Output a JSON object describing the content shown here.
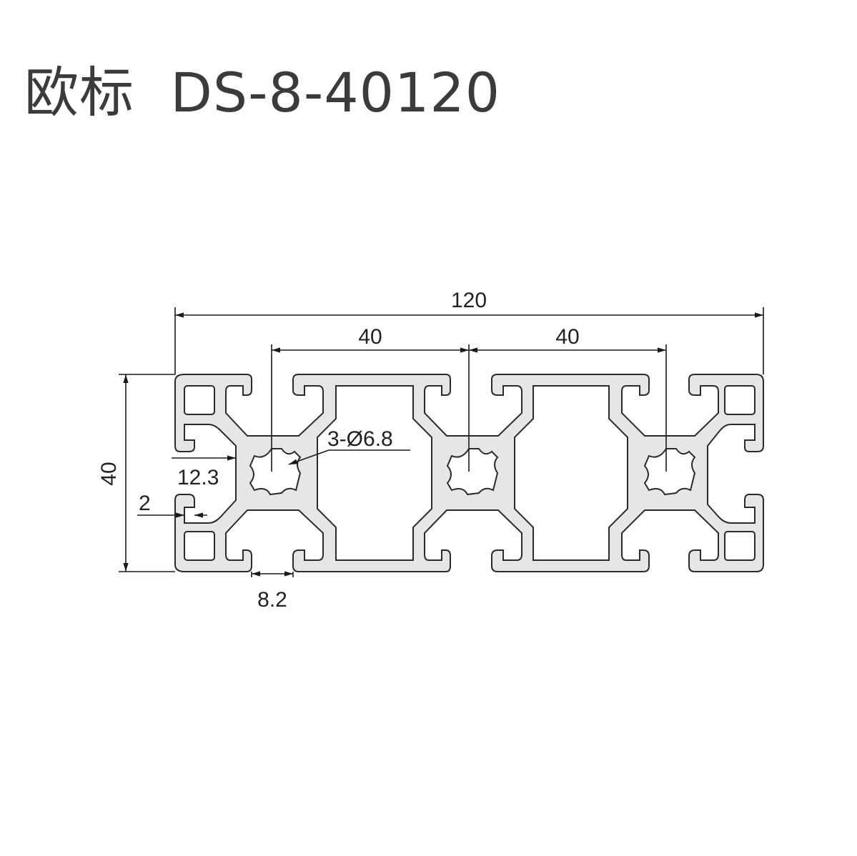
{
  "title": "欧标  DS-8-40120",
  "dimensions": {
    "overall_width": "120",
    "pitch_left": "40",
    "pitch_right": "40",
    "height": "40",
    "center_holes": "3-Ø6.8",
    "slot_depth": "12.3",
    "wall_thickness": "2",
    "slot_width": "8.2"
  },
  "colors": {
    "profile_fill": "#e6e6e6",
    "outline": "#2b2b2b",
    "title_text": "#3b3b3b"
  }
}
